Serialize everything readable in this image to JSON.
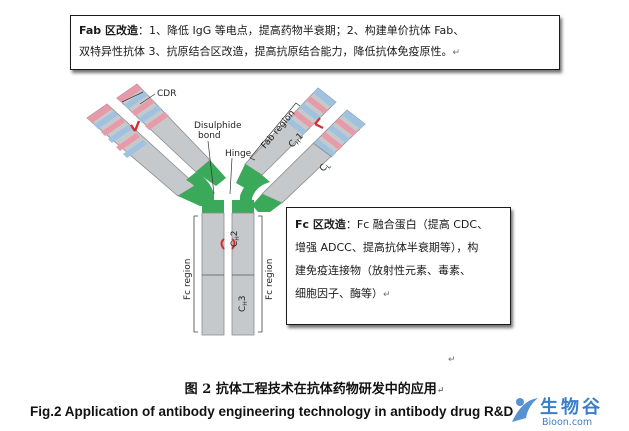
{
  "fab_note": {
    "title": "Fab 区改造",
    "body_line1": "：1、降低 IgG 等电点，提高药物半衰期；2、构建单价抗体 Fab、",
    "body_line2": "双特异性抗体 3、抗原结合区改造，提高抗原结合能力，降低抗体免疫原性。"
  },
  "fc_note": {
    "title": "Fc 区改造",
    "line1": "：Fc 融合蛋白（提高 CDC、",
    "line2": "增强 ADCC、提高抗体半衰期等），构",
    "line3": "建免疫连接物（放射性元素、毒素、",
    "line4": "细胞因子、酶等）"
  },
  "diagram_labels": {
    "cdr": "CDR",
    "disulphide_line1": "Disulphide",
    "disulphide_line2": "bond",
    "hinge": "Hinge",
    "fab_region": "Fab region",
    "fc_region_left": "Fc region",
    "fc_region_right": "Fc region",
    "ch1": "C",
    "ch1_sub": "H",
    "ch1_num": "1",
    "cl": "C",
    "cl_sub": "L",
    "ch2": "C",
    "ch2_sub": "H",
    "ch2_num": "2",
    "ch3": "C",
    "ch3_sub": "H",
    "ch3_num": "3"
  },
  "caption_cn": "图 2  抗体工程技术在抗体药物研发中的应用",
  "caption_en": "Fig.2 Application of antibody engineering technology in antibody drug R&D",
  "paragraph_mark": "↵",
  "logo": {
    "text": "生物谷",
    "url": "Bioon.com"
  },
  "colors": {
    "chain_gray": "#c6c9cc",
    "chain_stroke": "#8a8d90",
    "cdr_pink": "#e89aa8",
    "cdr_blue": "#9ec2e0",
    "hinge_green": "#3aaa5a",
    "disulphide_red": "#d23030",
    "logo_blue": "#3a7ec8"
  }
}
